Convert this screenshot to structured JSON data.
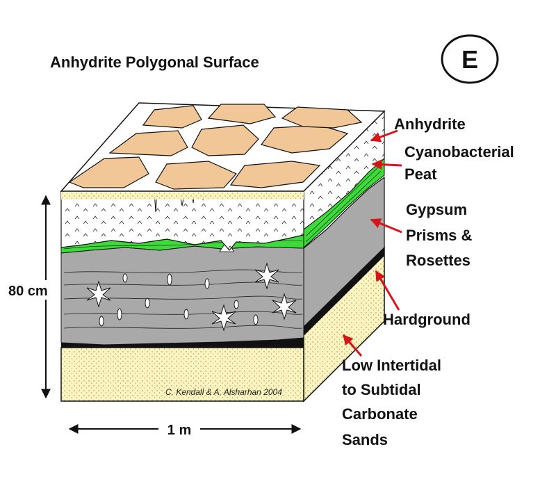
{
  "title": "Anhydrite Polygonal Surface",
  "panel_letter": "E",
  "labels": {
    "anhydrite": "Anhydrite",
    "cyanobacterial_1": "Cyanobacterial",
    "cyanobacterial_2": "Peat",
    "gypsum_1": "Gypsum",
    "gypsum_2": "Prisms &",
    "gypsum_3": "Rosettes",
    "hardground": "Hardground",
    "sands_1": "Low Intertidal",
    "sands_2": "to Subtidal",
    "sands_3": "Carbonate",
    "sands_4": "Sands"
  },
  "dimensions": {
    "height": "80 cm",
    "width": "1 m"
  },
  "credit": "C. Kendall & A. Alsharhan 2004",
  "colors": {
    "polygon_fill": "#f2c797",
    "anhydrite_layer": "#ffffff",
    "peat_green": "#3ddb3a",
    "gypsum_gray": "#a9a9a9",
    "hardground_black": "#111111",
    "sand_yellow": "#fbf3c0",
    "arrow_red": "#d8141b"
  }
}
